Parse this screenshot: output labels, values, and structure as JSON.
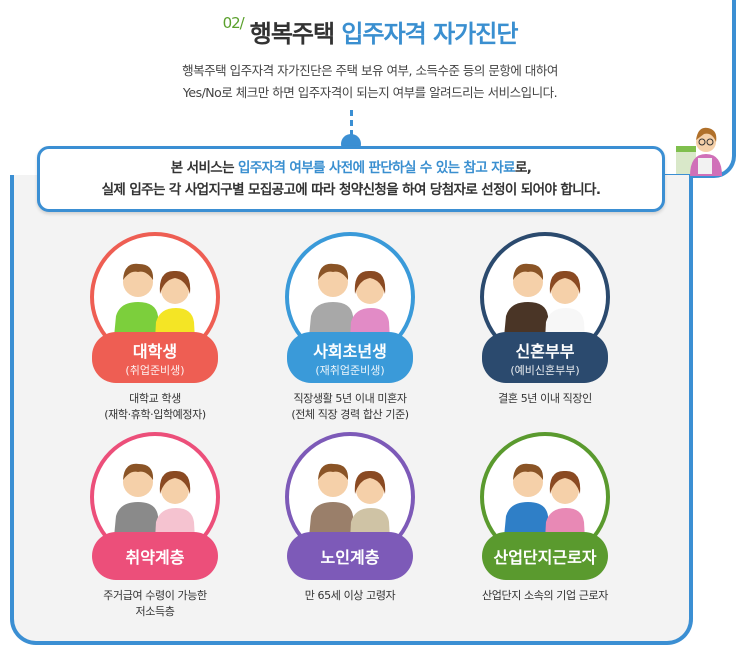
{
  "header": {
    "number": "02",
    "slash": "/",
    "title_black": "행복주택",
    "title_blue": "입주자격 자가진단",
    "subtitle_line1": "행복주택 입주자격 자가진단은 주택 보유 여부, 소득수준 등의 문항에 대하여",
    "subtitle_line2": "Yes/No로 체크만 하면 입주자격이 되는지 여부를 알려드리는 서비스입니다."
  },
  "notice": {
    "pre": "본 서비스는 ",
    "highlight": "입주자격 여부를 사전에 판단하실 수 있는 참고 자료",
    "post": "로,",
    "line2": "실제 입주는 각 사업지구별 모집공고에 따라 청약신청을 하여 당첨자로 선정이 되어야 합니다."
  },
  "categories": [
    {
      "title": "대학생",
      "subtitle": "(취업준비생)",
      "desc1": "대학교 학생",
      "desc2": "(재학·휴학·입학예정자)",
      "color": "#ee5e53",
      "c1": "#7ccf3c",
      "c2": "#f4e525"
    },
    {
      "title": "사회초년생",
      "subtitle": "(재취업준비생)",
      "desc1": "직장생활 5년 이내 미혼자",
      "desc2": "(전체 직장 경력 합산 기준)",
      "color": "#3a9ad9",
      "c1": "#a8a8a8",
      "c2": "#e28bc6"
    },
    {
      "title": "신혼부부",
      "subtitle": "(예비신혼부부)",
      "desc1": "결혼 5년 이내 직장인",
      "desc2": "",
      "color": "#2b4a6e",
      "c1": "#4a3526",
      "c2": "#f7f7f7"
    },
    {
      "title": "취약계층",
      "subtitle": "",
      "desc1": "주거급여 수령이 가능한",
      "desc2": "저소득층",
      "color": "#ec4f7a",
      "c1": "#8a8a8a",
      "c2": "#f5c3d0"
    },
    {
      "title": "노인계층",
      "subtitle": "",
      "desc1": "만 65세 이상 고령자",
      "desc2": "",
      "color": "#7d5ab8",
      "c1": "#9a7f6a",
      "c2": "#cfc3a5"
    },
    {
      "title": "산업단지근로자",
      "subtitle": "",
      "desc1": "산업단지 소속의 기업 근로자",
      "desc2": "",
      "color": "#5a9a2e",
      "c1": "#2f7fc7",
      "c2": "#e889b5"
    }
  ]
}
